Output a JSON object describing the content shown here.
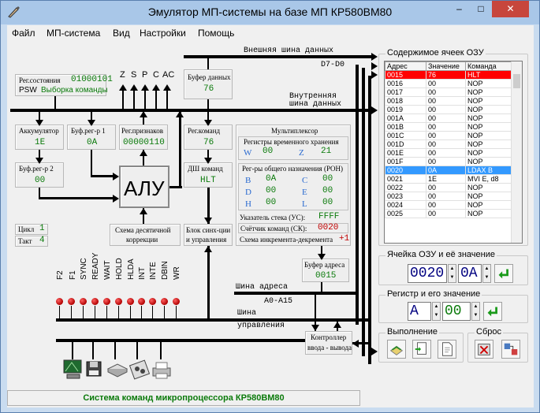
{
  "window": {
    "title": "Эмулятор МП-системы на базе МП КР580ВМ80",
    "minimize": "–",
    "maximize": "□",
    "close": "✕"
  },
  "menu": [
    "Файл",
    "МП-система",
    "Вид",
    "Настройки",
    "Помощь"
  ],
  "buses": {
    "external_data": "Внешняя шина данных",
    "external_data_bits": "D7-D0",
    "internal_data_1": "Внутренняя",
    "internal_data_2": "шина данных",
    "address": "Шина адреса",
    "address_bits": "A0-A15",
    "control_1": "Шина",
    "control_2": "управления"
  },
  "flags": {
    "labels": [
      "Z",
      "S",
      "P",
      "C",
      "AC"
    ]
  },
  "psw": {
    "label1": "Рег.состояния",
    "value": "01000101",
    "label2": "PSW",
    "status": "Выборка команды"
  },
  "data_buffer": {
    "label": "Буфер данных",
    "value": "76"
  },
  "accumulator": {
    "label": "Аккумулятор",
    "value": "1E"
  },
  "buf_reg1": {
    "label": "Буф.рег-р 1",
    "value": "0A"
  },
  "flag_reg": {
    "label": "Рег.признаков",
    "value": "00000110"
  },
  "buf_reg2": {
    "label": "Буф.рег-р 2",
    "value": "00"
  },
  "alu": {
    "label": "АЛУ"
  },
  "decimal_correction": {
    "line1": "Схема десятичной",
    "line2": "коррекции"
  },
  "cycle": {
    "label": "Цикл",
    "value": "1"
  },
  "tact": {
    "label": "Такт",
    "value": "4"
  },
  "cmd_reg": {
    "label": "Рег.команд",
    "value": "76"
  },
  "decoder": {
    "label": "ДШ команд",
    "value": "HLT"
  },
  "control_block": {
    "line1": "Блок синх-ции",
    "line2": "и управления"
  },
  "mux": {
    "title": "Мультиплексор",
    "temp_title": "Регистры временного хранения",
    "W": "W",
    "W_val": "00",
    "Z": "Z",
    "Z_val": "21",
    "gp_title": "Рег-ры общего назначения (РОН)",
    "B": "B",
    "B_val": "0A",
    "C": "C",
    "C_val": "00",
    "D": "D",
    "D_val": "00",
    "E": "E",
    "E_val": "00",
    "H": "H",
    "H_val": "00",
    "L": "L",
    "L_val": "00",
    "sp_label": "Указатель стека (УС):",
    "sp_val": "FFFF",
    "pc_label": "Счётчик команд (СК):",
    "pc_val": "0020",
    "incdec_label": "Схема инкремента-декремента",
    "incdec_val": "+1"
  },
  "addr_buffer": {
    "label": "Буфер адреса",
    "value": "0015"
  },
  "io_controller": {
    "line1": "Контроллер",
    "line2": "ввода - вывода"
  },
  "control_signals": [
    "F2",
    "F1",
    "SYNC",
    "READY",
    "WAIT",
    "HOLD",
    "HLDA",
    "INT",
    "INTE",
    "DBIN",
    "WR"
  ],
  "peripherals": [
    "monitor-icon",
    "printer-icon",
    "disk-drive-icon",
    "tape-drive-icon",
    "printer2-icon"
  ],
  "status_bar": "Система команд микропроцессора КР580ВМ80",
  "ram": {
    "title": "Содержимое ячеек ОЗУ",
    "headers": [
      "Адрес",
      "Значение",
      "Команда"
    ],
    "rows": [
      [
        "0015",
        "76",
        "HLT"
      ],
      [
        "0016",
        "00",
        "NOP"
      ],
      [
        "0017",
        "00",
        "NOP"
      ],
      [
        "0018",
        "00",
        "NOP"
      ],
      [
        "0019",
        "00",
        "NOP"
      ],
      [
        "001A",
        "00",
        "NOP"
      ],
      [
        "001B",
        "00",
        "NOP"
      ],
      [
        "001C",
        "00",
        "NOP"
      ],
      [
        "001D",
        "00",
        "NOP"
      ],
      [
        "001E",
        "00",
        "NOP"
      ],
      [
        "001F",
        "00",
        "NOP"
      ],
      [
        "0020",
        "0A",
        "LDAX B"
      ],
      [
        "0021",
        "1E",
        "MVI E, d8"
      ],
      [
        "0022",
        "00",
        "NOP"
      ],
      [
        "0023",
        "00",
        "NOP"
      ],
      [
        "0024",
        "00",
        "NOP"
      ],
      [
        "0025",
        "00",
        "NOP"
      ]
    ],
    "highlight_red": 0,
    "highlight_blue": 11
  },
  "ram_cell": {
    "title": "Ячейка ОЗУ и её значение",
    "addr": "0020",
    "value": "0A"
  },
  "register": {
    "title": "Регистр и его значение",
    "name": "A",
    "value": "00"
  },
  "execution": {
    "title": "Выполнение"
  },
  "reset": {
    "title": "Сброс"
  }
}
